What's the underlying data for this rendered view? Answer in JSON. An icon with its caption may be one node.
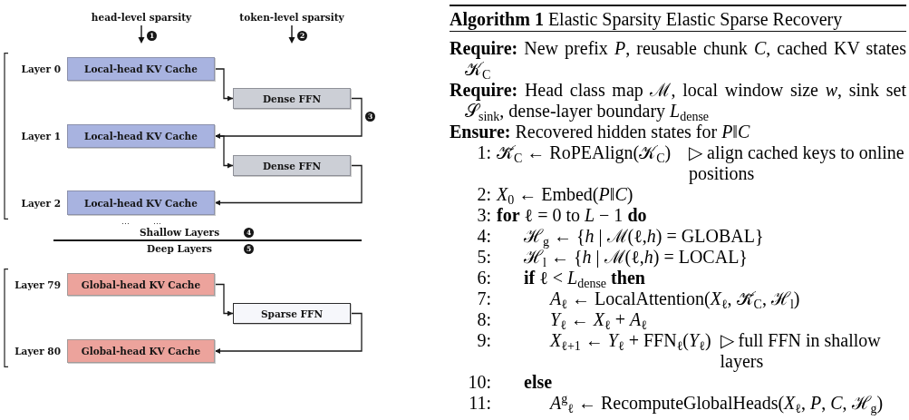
{
  "diagram": {
    "nodes": [
      {
        "text": [
          "Local-head KV Cache"
        ],
        "beside": [
          "Layer 0"
        ]
      },
      {
        "text": [
          "Dense FFN"
        ]
      },
      {
        "text": [
          "Local-head KV Cache"
        ],
        "beside": [
          "Layer 1"
        ]
      },
      {
        "text": [
          "Dense FFN"
        ]
      },
      {
        "text": [
          "Local-head KV Cache"
        ],
        "beside": [
          "Layer 2"
        ]
      },
      {
        "text": [
          "Global-head KV Cache"
        ],
        "beside": [
          "Layer 79"
        ]
      },
      {
        "text": [
          "Sparse FFN"
        ]
      },
      {
        "text": [
          "Global-head KV Cache"
        ],
        "beside": [
          "Layer 80"
        ]
      }
    ],
    "edges": [
      {
        "from": 0,
        "to": 1,
        "arrow": "to"
      },
      {
        "from": 1,
        "to": 2,
        "arrow": "to"
      },
      {
        "from": 2,
        "to": 3,
        "arrow": "to"
      },
      {
        "from": 3,
        "to": 4,
        "arrow": "to"
      },
      {
        "from": 5,
        "to": 6,
        "arrow": "to"
      },
      {
        "from": 6,
        "to": 7,
        "arrow": "to"
      }
    ],
    "labels": [
      "head-level sparsity",
      "1",
      "token-level sparsity",
      "2",
      "3",
      "⋯",
      "⋯",
      "Shallow Layers",
      "4",
      "Deep Layers",
      "5",
      "**Algorithm 1** Elastic Sparsity Elastic Sparse Recovery",
      "**Require:** New prefix *P*, reusable chunk *C*, cached KV states 𝒦$_{C}$",
      "**Require:** Head class map ℳ, local window size *w*, sink set 𝒮$_{sink}$, dense-layer boundary *L*$_{dense}$",
      "**Ensure:** Recovered hidden states for *P*‖*C*",
      "1:",
      "𝒦̃$_{C}$ ← RoPEAlign(𝒦$_{C}$)",
      "▷ align cached keys to online positions",
      "2:",
      "*X*$_{0}$ ← Embed(*P*‖*C*)",
      "3:",
      "**for** ℓ = 0 to *L* − 1 **do**",
      "4:",
      "ℋ$_{g}$ ← {*h* | ℳ(ℓ,*h*) = GLOBAL}",
      "5:",
      "ℋ$_{l}$ ← {*h* | ℳ(ℓ,*h*) = LOCAL}",
      "6:",
      "**if** ℓ < *L*$_{dense}$ **then**",
      "7:",
      "*A*$_{ℓ}$ ← LocalAttention(*X*$_{ℓ}$, 𝒦̃$_{C}$, ℋ$_{l}$)",
      "8:",
      "*Y*$_{ℓ}$ ← *X*$_{ℓ}$ + *A*$_{ℓ}$",
      "9:",
      "*X*$_{ℓ+1}$ ← *Y*$_{ℓ}$ + FFN$_{ℓ}$(*Y*$_{ℓ}$)",
      "▷ full FFN in shallow layers",
      "10:",
      "**else**",
      "11:",
      "*A*$^{g}$$_{ℓ}$ ← RecomputeGlobalHeads(*X*$_{ℓ}$, *P*, *C*, ℋ$_{g}$)"
    ]
  }
}
